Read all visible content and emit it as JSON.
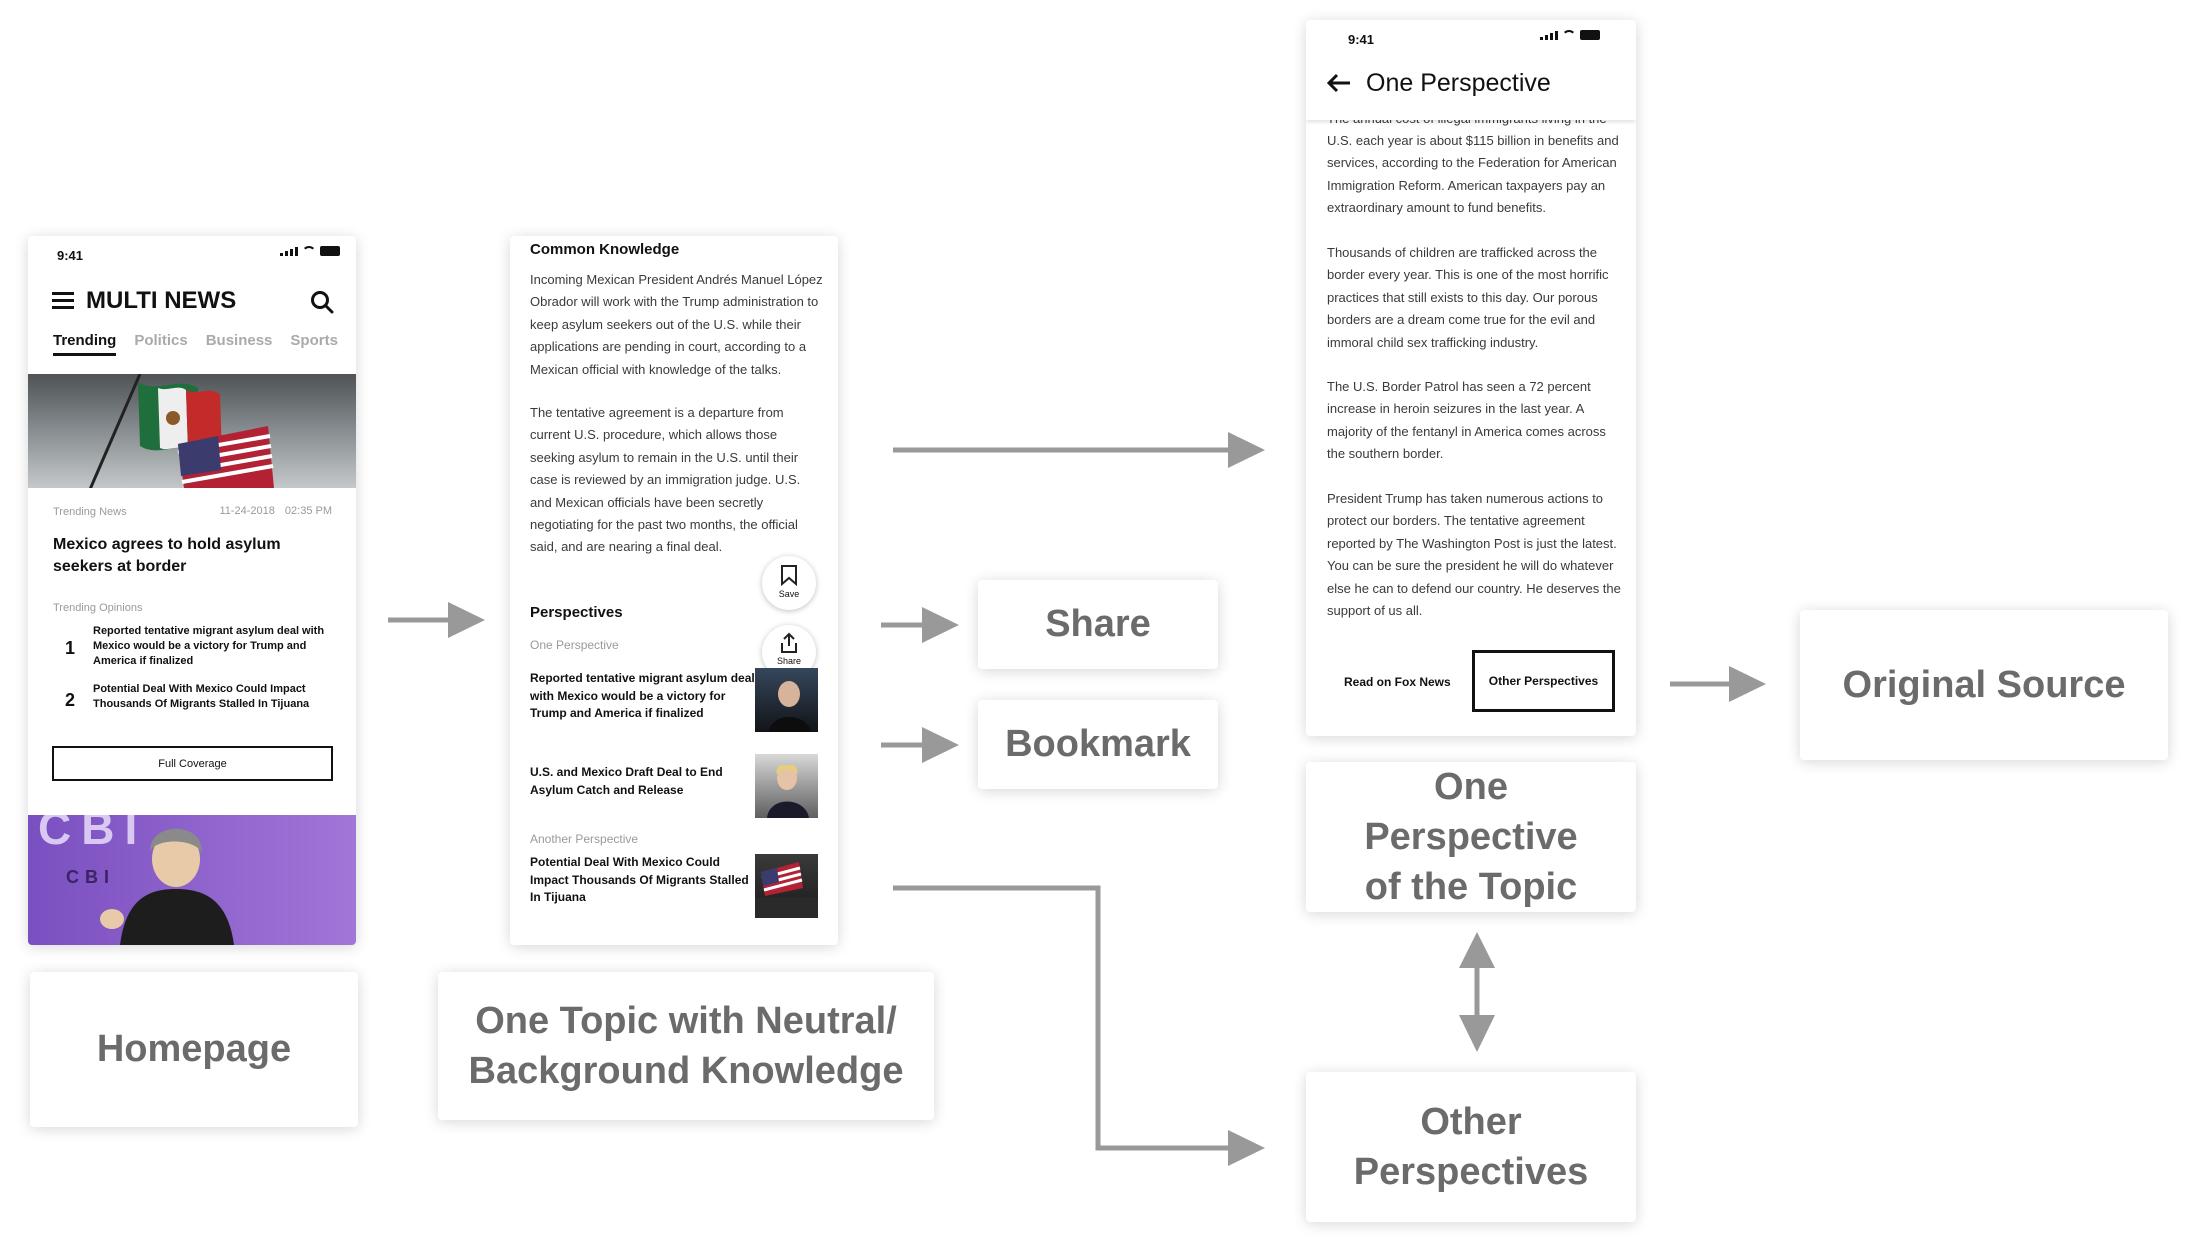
{
  "home": {
    "time": "9:41",
    "brand": "MULTI NEWS",
    "tabs": [
      "Trending",
      "Politics",
      "Business",
      "Sports"
    ],
    "meta_left": "Trending News",
    "meta_date": "11-24-2018",
    "meta_time": "02:35 PM",
    "headline": "Mexico agrees to hold asylum seekers at border",
    "opinions_label": "Trending Opinions",
    "opinions": [
      {
        "num": "1",
        "text": "Reported tentative migrant asylum deal with Mexico would be a victory for Trump and America if finalized"
      },
      {
        "num": "2",
        "text": "Potential Deal With Mexico Could Impact Thousands Of Migrants Stalled In Tijuana"
      }
    ],
    "full_coverage": "Full Coverage",
    "banner_text": "CBI",
    "banner_text2": "CBI"
  },
  "topic": {
    "heading": "Common Knowledge",
    "para1": "Incoming Mexican President Andrés Manuel López Obrador will work with the Trump administration to keep asylum seekers out of the U.S. while their applications are pending in court, according to a Mexican official with knowledge of the talks.",
    "para2": "The tentative agreement is a departure from current U.S. procedure, which allows those seeking asylum to remain in the U.S. until their case is reviewed by an immigration judge. U.S. and Mexican officials have been secretly negotiating for the past two months, the official said, and are nearing a final deal.",
    "save_label": "Save",
    "share_label": "Share",
    "perspectives_heading": "Perspectives",
    "one_label": "One Perspective",
    "items": [
      "Reported tentative migrant asylum deal with Mexico would be a victory for Trump and America if finalized",
      "U.S. and Mexico Draft Deal to End Asylum Catch and Release"
    ],
    "another_label": "Another Perspective",
    "another_item": "Potential Deal With Mexico Could Impact Thousands Of Migrants Stalled In Tijuana"
  },
  "detail": {
    "time": "9:41",
    "title": "One Perspective",
    "cut_line": "The annual cost of illegal immigrants living in the",
    "para1": "U.S. each year is about $115 billion in benefits and services, according to the Federation for American Immigration Reform. American taxpayers pay an extraordinary amount to fund benefits.",
    "para2": "Thousands of children are trafficked across the border every year. This is one of the most horrific practices that still exists to this day. Our porous borders are a dream come true for the evil and immoral child sex trafficking industry.",
    "para3": "The U.S. Border Patrol has seen a 72 percent increase in heroin seizures in the last year. A majority of the fentanyl in America comes across the southern border.",
    "para4": "President Trump has taken numerous actions to protect our borders. The tentative agreement reported by The Washington Post is just the latest. You can be sure the president he will do whatever else he can to defend our country. He deserves the support of us all.",
    "read_on": "Read on Fox News",
    "other_btn": "Other Perspectives"
  },
  "labels": {
    "homepage": "Homepage",
    "topic": "One Topic with Neutral/ Background Knowledge",
    "share": "Share",
    "bookmark": "Bookmark",
    "one_perspective": "One Perspective of the Topic",
    "other": "Other Perspectives",
    "source": "Original Source"
  },
  "colors": {
    "arrow": "#999999",
    "label_text": "#6b6b6b",
    "purple_banner": "#8a5ec4"
  }
}
